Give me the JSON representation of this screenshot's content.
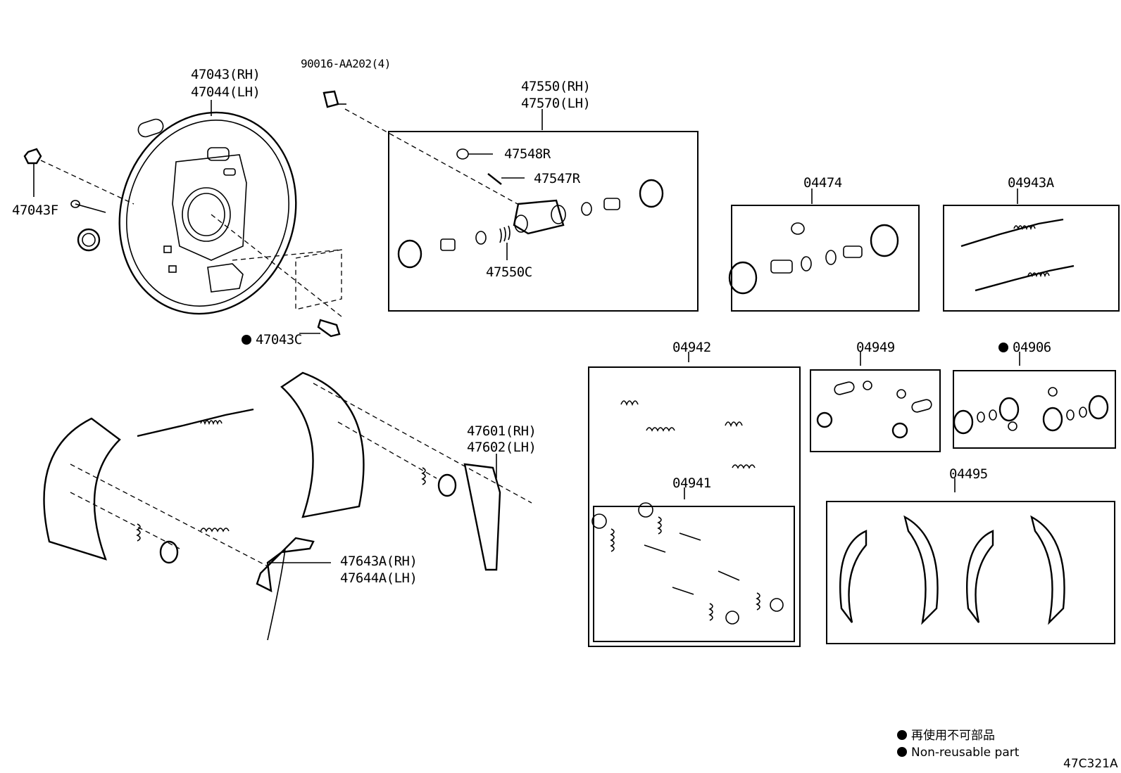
{
  "parts": {
    "backing_plate_rh": "47043(RH)",
    "backing_plate_lh": "47044(LH)",
    "bolt": "90016-AA202(4)",
    "plug": "47043F",
    "nut": "47043C",
    "wheel_cylinder_rh": "47550(RH)",
    "wheel_cylinder_lh": "47570(LH)",
    "bleeder_cap": "47548R",
    "bleeder_plug": "47547R",
    "cylinder_spring": "47550C",
    "kit_04474": "04474",
    "kit_04943A": "04943A",
    "kit_04942": "04942",
    "kit_04949": "04949",
    "kit_04906": "04906",
    "kit_04941": "04941",
    "kit_04495": "04495",
    "lever_rh": "47601(RH)",
    "lever_lh": "47602(LH)",
    "adjust_lever_rh": "47643A(RH)",
    "adjust_lever_lh": "47644A(LH)"
  },
  "legend": {
    "jp": "再使用不可部品",
    "en": "Non-reusable part"
  },
  "diagram_code": "47C321A"
}
